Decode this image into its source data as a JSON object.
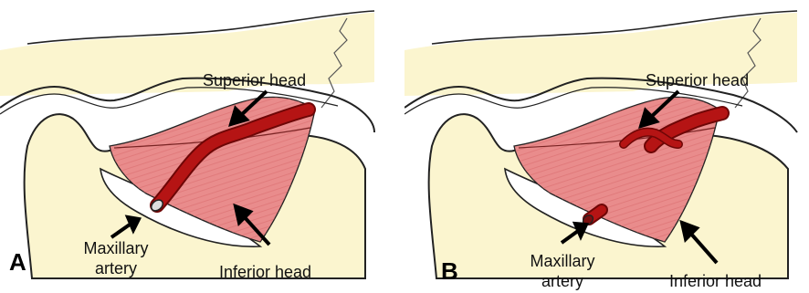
{
  "panels": [
    {
      "letter": "A",
      "labels": {
        "superior": "Superior head",
        "inferior": "Inferior head",
        "maxillary_line1": "Maxillary",
        "maxillary_line2": "artery"
      }
    },
    {
      "letter": "B",
      "labels": {
        "superior": "Superior head",
        "inferior": "Inferior head",
        "maxillary_line1": "Maxillary",
        "maxillary_line2": "artery"
      }
    }
  ],
  "colors": {
    "bone_fill": "#fbf5cf",
    "bone_outline": "#222222",
    "muscle": "#e98c8c",
    "muscle_light": "#f4b5b3",
    "artery": "#b51414",
    "artery_dark": "#6e0606"
  }
}
